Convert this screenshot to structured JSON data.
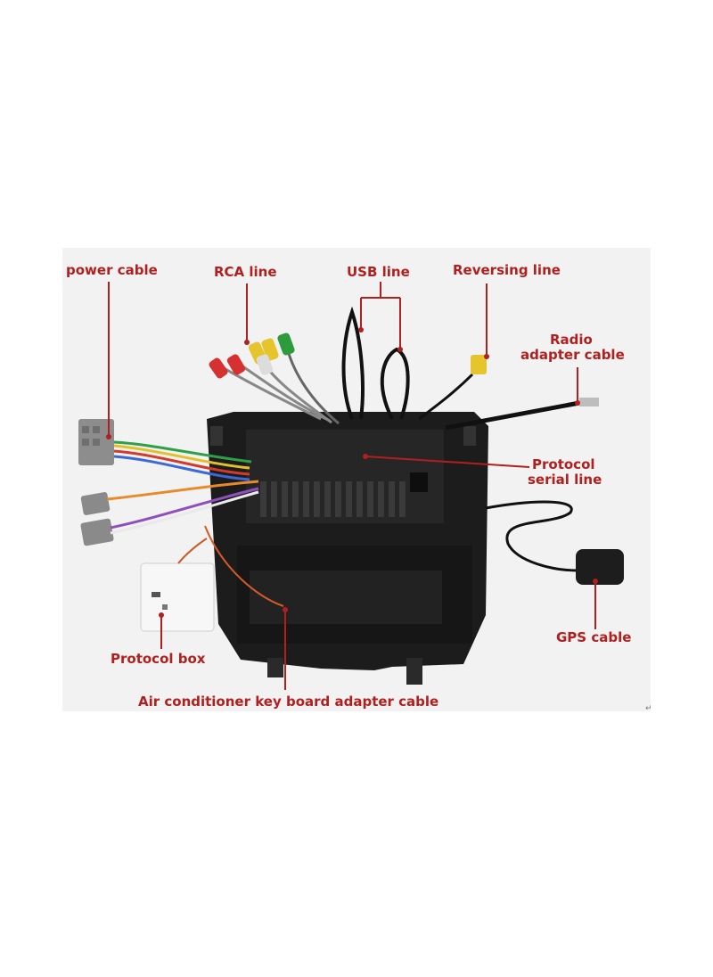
{
  "labels": {
    "power_cable": "power cable",
    "rca_line": "RCA line",
    "usb_line": "USB line",
    "reversing_line": "Reversing line",
    "radio_adapter_1": "Radio",
    "radio_adapter_2": "adapter cable",
    "protocol_serial_1": "Protocol",
    "protocol_serial_2": "serial line",
    "gps_cable": "GPS cable",
    "protocol_box": "Protocol box",
    "ac_keyboard_cable": "Air conditioner key board adapter cable"
  },
  "colors": {
    "label_red": "#b0201f",
    "panel_black": "#1e1e1e",
    "background": "#f2f2f2"
  },
  "mark": "↵"
}
